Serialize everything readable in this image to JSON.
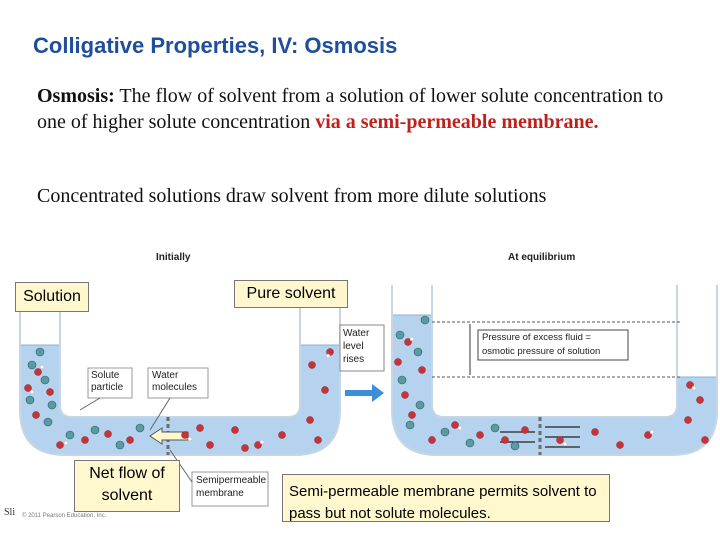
{
  "slide": {
    "title": "Colligative Properties, IV: Osmosis",
    "definition_term": "Osmosis:",
    "definition_text": " The flow of solvent from a solution of lower solute concentration to one of higher solute concentration ",
    "definition_highlight": "via a semi-permeable membrane.",
    "statement": "Concentrated solutions draw solvent from more dilute solutions"
  },
  "figure": {
    "panel_initial": "Initially",
    "panel_equilibrium": "At equilibrium",
    "water_level_rises": "Water level rises",
    "solute_particle": "Solute particle",
    "water_molecules": "Water molecules",
    "semipermeable_membrane": "Semipermeable membrane",
    "pressure_excess": "Pressure of excess fluid =",
    "osmotic_pressure": "osmotic pressure of solution",
    "copyright": "© 2011 Pearson Education, Inc."
  },
  "callouts": {
    "solution": "Solution",
    "pure_solvent": "Pure solvent",
    "net_flow": "Net flow of solvent",
    "semi_permeable_note": "Semi-permeable membrane permits solvent to pass but not solute molecules."
  },
  "footer": {
    "slide_label": "Sli"
  },
  "colors": {
    "title": "#1f4e9b",
    "highlight": "#c0201c",
    "callout_fill": "#fff8cf",
    "water": "#b5d3ee"
  }
}
